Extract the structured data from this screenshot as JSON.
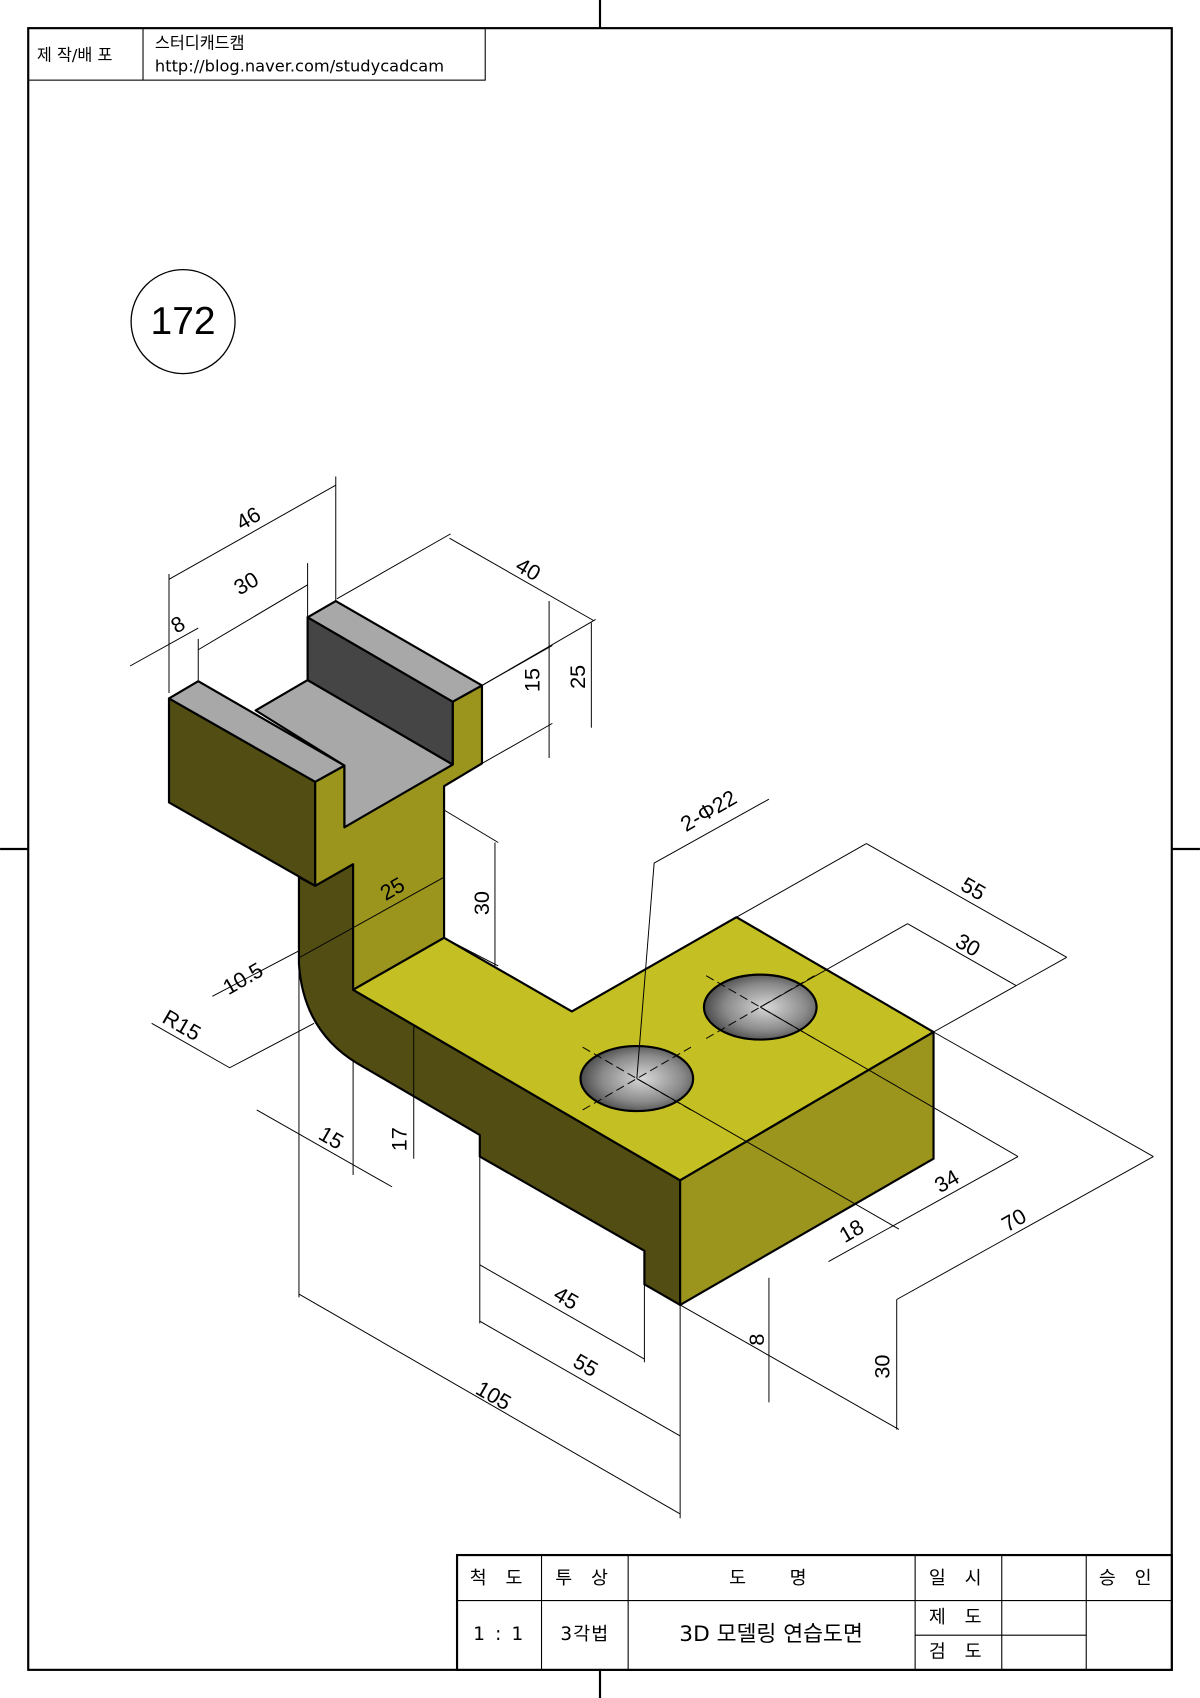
{
  "header": {
    "label": "제 작/배 포",
    "author": "스터디캐드캠",
    "url": "http://blog.naver.com/studycadcam"
  },
  "drawing_number": "172",
  "colors": {
    "top_face": "#c4bf22",
    "side_face": "#9b951e",
    "front_face": "#524d12",
    "light_gray": "#a8a8a8",
    "dark_gray": "#454545"
  },
  "dimensions": [
    "46",
    "30",
    "8",
    "40",
    "15",
    "25",
    "2-Φ22",
    "55",
    "30",
    "30",
    "25",
    "10.5",
    "R15",
    "15",
    "17",
    "45",
    "55",
    "105",
    "8",
    "30",
    "18",
    "34",
    "70"
  ],
  "title_block": {
    "scale_label": "척 도",
    "projection_label": "투 상",
    "name_label": "도   명",
    "date_label": "일 시",
    "approve_label": "승 인",
    "scale": "1 : 1",
    "projection": "3각법",
    "name": "3D 모델링 연습도면",
    "drawn_label": "제 도",
    "checked_label": "검 도"
  }
}
